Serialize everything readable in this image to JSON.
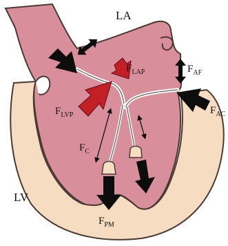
{
  "diagram": {
    "labels": {
      "la": "LA",
      "lv": "LV",
      "f_lap": {
        "base": "F",
        "sub": "LAP"
      },
      "f_af": {
        "base": "F",
        "sub": "AF"
      },
      "f_ac": {
        "base": "F",
        "sub": "AC"
      },
      "f_lvp": {
        "base": "F",
        "sub": "LVP"
      },
      "f_c": {
        "base": "F",
        "sub": "C"
      },
      "f_pm": {
        "base": "F",
        "sub": "PM"
      }
    },
    "colors": {
      "atrium_fill": "#d98f9b",
      "ventricle_wall": "#f6dcc0",
      "outline": "#4a3a33",
      "red_arrow": "#c21f26",
      "black_arrow": "#0d0d0d",
      "chordae": "#ffffff"
    }
  }
}
